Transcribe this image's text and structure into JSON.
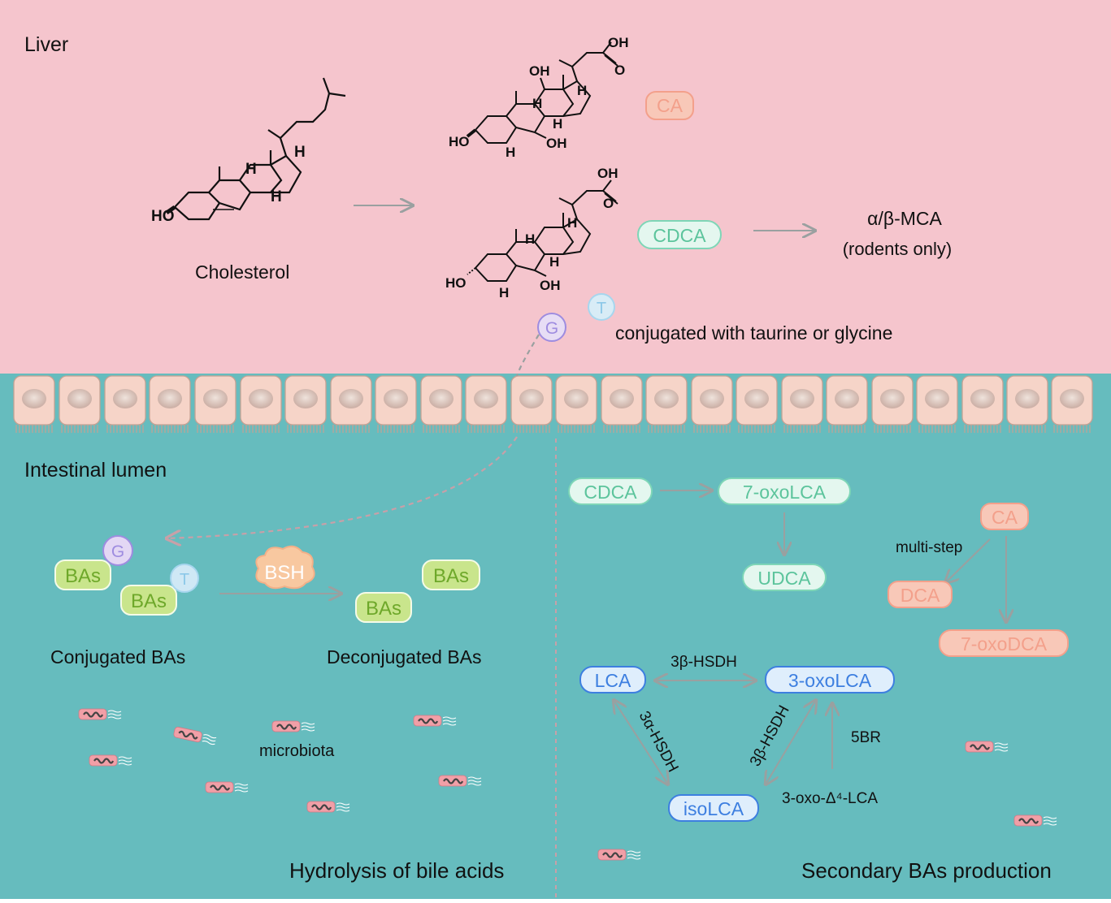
{
  "regions": {
    "liver": "Liver",
    "lumen": "Intestinal lumen"
  },
  "colors": {
    "liver_bg": "#f5c5cd",
    "lumen_bg": "#66bcbe",
    "arrow": "#9aa0a0",
    "salmon": "#f3a08b",
    "mint": "#7ed6b7",
    "green": "#9ccf3c",
    "blue": "#3d7fe0",
    "purple": "#9e8ce0"
  },
  "liver": {
    "cholesterol": "Cholesterol",
    "ca": "CA",
    "cdca": "CDCA",
    "mca_line1": "α/β-MCA",
    "mca_line2": "(rodents only)",
    "conjugation": "conjugated with taurine or glycine",
    "g": "G",
    "t": "T",
    "atoms": {
      "oh": "OH",
      "ho": "HO",
      "h": "H",
      "o": "O"
    }
  },
  "hydrolysis": {
    "bas": "BAs",
    "g": "G",
    "t": "T",
    "bsh": "BSH",
    "conjugated": "Conjugated BAs",
    "deconjugated": "Deconjugated BAs",
    "microbiota": "microbiota",
    "title": "Hydrolysis of bile acids"
  },
  "secondary": {
    "cdca": "CDCA",
    "oxolca7": "7-oxoLCA",
    "udca": "UDCA",
    "ca": "CA",
    "multistep": "multi-step",
    "dca": "DCA",
    "oxodca7": "7-oxoDCA",
    "lca": "LCA",
    "oxolca3": "3-oxoLCA",
    "isolca": "isoLCA",
    "hsdh_3b_top": "3β-HSDH",
    "hsdh_3a": "3α-HSDH",
    "hsdh_3b_diag": "3β-HSDH",
    "br5": "5BR",
    "oxo_delta": "3-oxo-Δ⁴-LCA",
    "title": "Secondary BAs production"
  }
}
